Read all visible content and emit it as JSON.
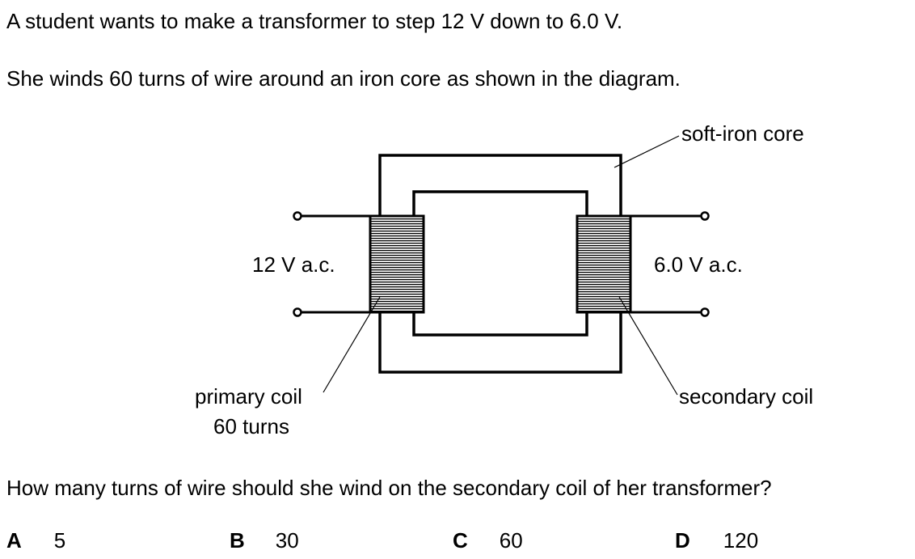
{
  "question": {
    "line1": "A student wants to make a transformer to step 12 V down to 6.0 V.",
    "line2": "She winds 60 turns of wire around an iron core as shown in the diagram.",
    "prompt": "How many turns of wire should she wind on the secondary coil of her transformer?"
  },
  "diagram": {
    "core_label": "soft-iron core",
    "input_label": "12 V a.c.",
    "output_label": "6.0 V a.c.",
    "primary_label": "primary coil",
    "primary_turns": "60 turns",
    "secondary_label": "secondary coil"
  },
  "options": [
    {
      "letter": "A",
      "value": "5"
    },
    {
      "letter": "B",
      "value": "30"
    },
    {
      "letter": "C",
      "value": "60"
    },
    {
      "letter": "D",
      "value": "120"
    }
  ]
}
